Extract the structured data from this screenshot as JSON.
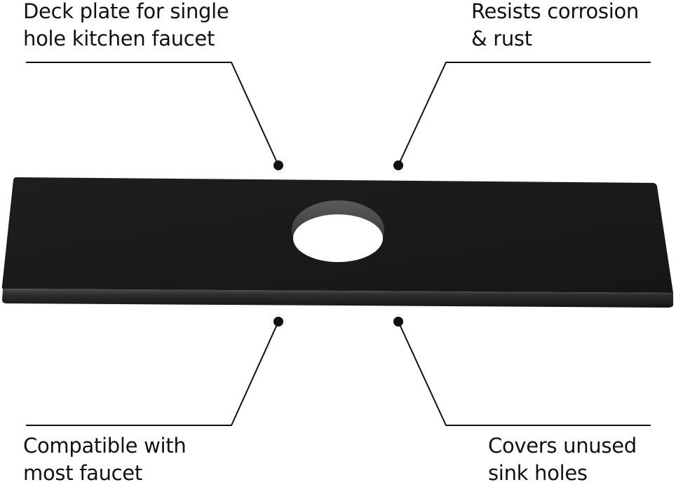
{
  "product": {
    "name": "Deck plate",
    "color": "#1b1b1b",
    "edge_color": "#3a3a3a",
    "hole_count": 1
  },
  "callouts": [
    {
      "position": "top-left",
      "lines": [
        "Deck plate for single",
        "hole kitchen faucet"
      ]
    },
    {
      "position": "top-right",
      "lines": [
        "Resists corrosion",
        "& rust"
      ]
    },
    {
      "position": "bottom-left",
      "lines": [
        "Compatible with",
        "most faucet"
      ]
    },
    {
      "position": "bottom-right",
      "lines": [
        "Covers unused",
        "sink holes"
      ]
    }
  ]
}
